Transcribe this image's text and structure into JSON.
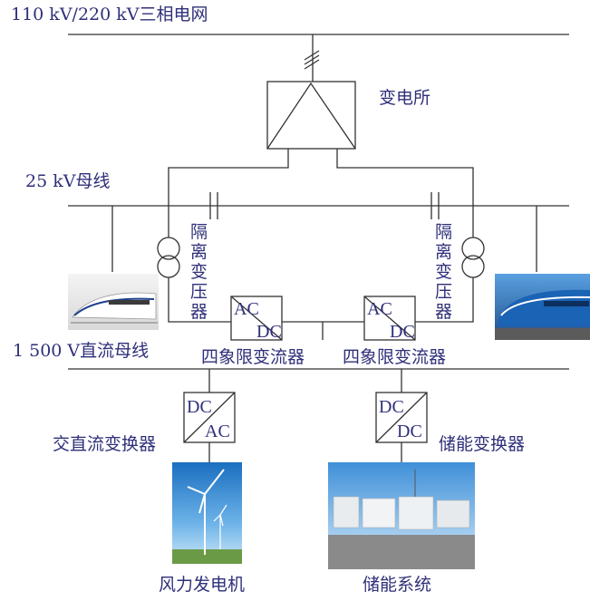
{
  "labels": {
    "grid": "110 kV/220 kV三相电网",
    "substation": "变电所",
    "bus_25kv": "25 kV母线",
    "iso_tx_left": "隔离变压器",
    "iso_tx_right": "隔离变压器",
    "dc_bus": "1 500 V直流母线",
    "conv4q_left": "四象限变流器",
    "conv4q_right": "四象限变流器",
    "acdc_conv": "交直流变换器",
    "storage_conv": "储能变换器",
    "wind": "风力发电机",
    "storage_sys": "储能系统"
  },
  "box_text": {
    "left_acdc": [
      "AC",
      "DC"
    ],
    "right_acdc": [
      "AC",
      "DC"
    ],
    "wind_dcac": [
      "DC",
      "AC"
    ],
    "storage_dcdc": [
      "DC",
      "DC"
    ]
  },
  "colors": {
    "line": "#333333",
    "text": "#2f2f7a"
  }
}
